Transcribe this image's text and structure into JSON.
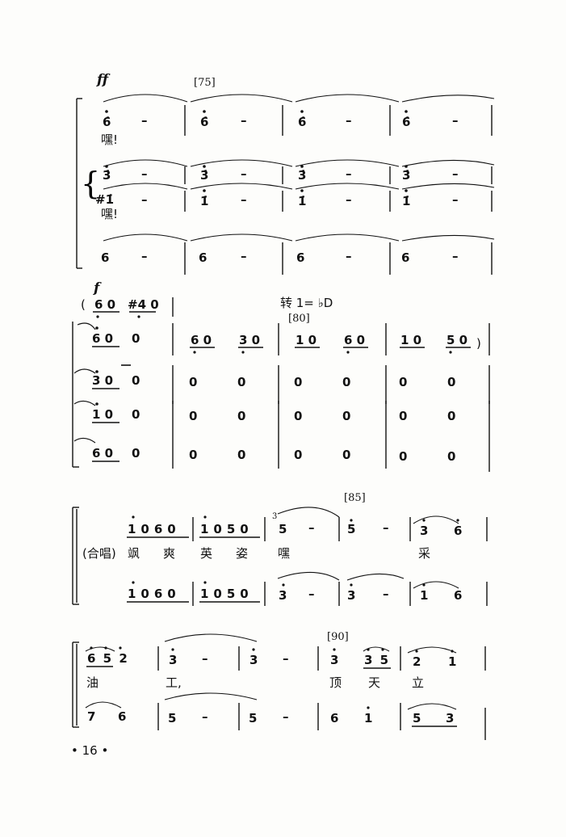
{
  "page_number": "• 16 •",
  "systems": [
    {
      "id": "s1",
      "dynamic": "ff",
      "rehearsal": "[75]",
      "rows": [
        {
          "name": "voice-1",
          "cells": [
            "6̇",
            "–",
            "6̇",
            "–",
            "6̇",
            "–",
            "6̇",
            "–"
          ],
          "lyric": "嘿!"
        },
        {
          "name": "voice-2a",
          "cells": [
            "3̇",
            "–",
            "3̇",
            "–",
            "3̇",
            "–",
            "3̇",
            "–"
          ]
        },
        {
          "name": "voice-2b",
          "cells": [
            "#1̇",
            "–",
            "1̇",
            "–",
            "1̇",
            "–",
            "1̇",
            "–"
          ],
          "lyric": "嘿!"
        },
        {
          "name": "bass",
          "cells": [
            "6",
            "–",
            "6",
            "–",
            "6",
            "–",
            "6",
            "–"
          ]
        }
      ]
    },
    {
      "id": "s2",
      "dynamic": "f",
      "intro": [
        "(",
        "6 0",
        "#4 0"
      ],
      "key_change": "转 1= ♭D",
      "rehearsal": "[80]",
      "rows": [
        {
          "name": "voice-1",
          "cells": [
            "6 0",
            "0",
            "6 0",
            "3 0",
            "1 0",
            "6 0",
            "1 0",
            "5 0",
            ")"
          ]
        },
        {
          "name": "voice-2",
          "cells": [
            "3 0",
            "0",
            "0",
            "0",
            "0",
            "0",
            "0",
            "0"
          ]
        },
        {
          "name": "voice-3",
          "cells": [
            "1 0",
            "0",
            "0",
            "0",
            "0",
            "0",
            "0",
            "0"
          ]
        },
        {
          "name": "bass",
          "cells": [
            "6 0",
            "0",
            "0",
            "0",
            "0",
            "0",
            "0",
            "0"
          ]
        }
      ]
    },
    {
      "id": "s3",
      "rehearsal": "[85]",
      "chorus_label": "(合唱)",
      "rows": [
        {
          "name": "chorus-upper",
          "cells": [
            "1060",
            "1050",
            "5",
            "–",
            "5",
            "–",
            "3",
            "6"
          ],
          "grace": "3̇"
        },
        {
          "name": "chorus-lower",
          "cells": [
            "1060",
            "1050",
            "3",
            "–",
            "3",
            "–",
            "1",
            "6"
          ]
        }
      ],
      "lyrics": [
        "飒",
        "爽",
        "英",
        "姿",
        "嘿",
        "采"
      ]
    },
    {
      "id": "s4",
      "rehearsal": "[90]",
      "rows": [
        {
          "name": "upper",
          "cells": [
            "6 5 2",
            "3",
            "–",
            "3",
            "–",
            "3",
            "3 5",
            "2",
            "1"
          ]
        },
        {
          "name": "lower",
          "cells": [
            "7",
            "6",
            "5",
            "–",
            "5",
            "–",
            "6",
            "1",
            "5",
            "3"
          ]
        }
      ],
      "lyrics": [
        "油",
        "工,",
        "顶",
        "天",
        "立"
      ]
    }
  ]
}
